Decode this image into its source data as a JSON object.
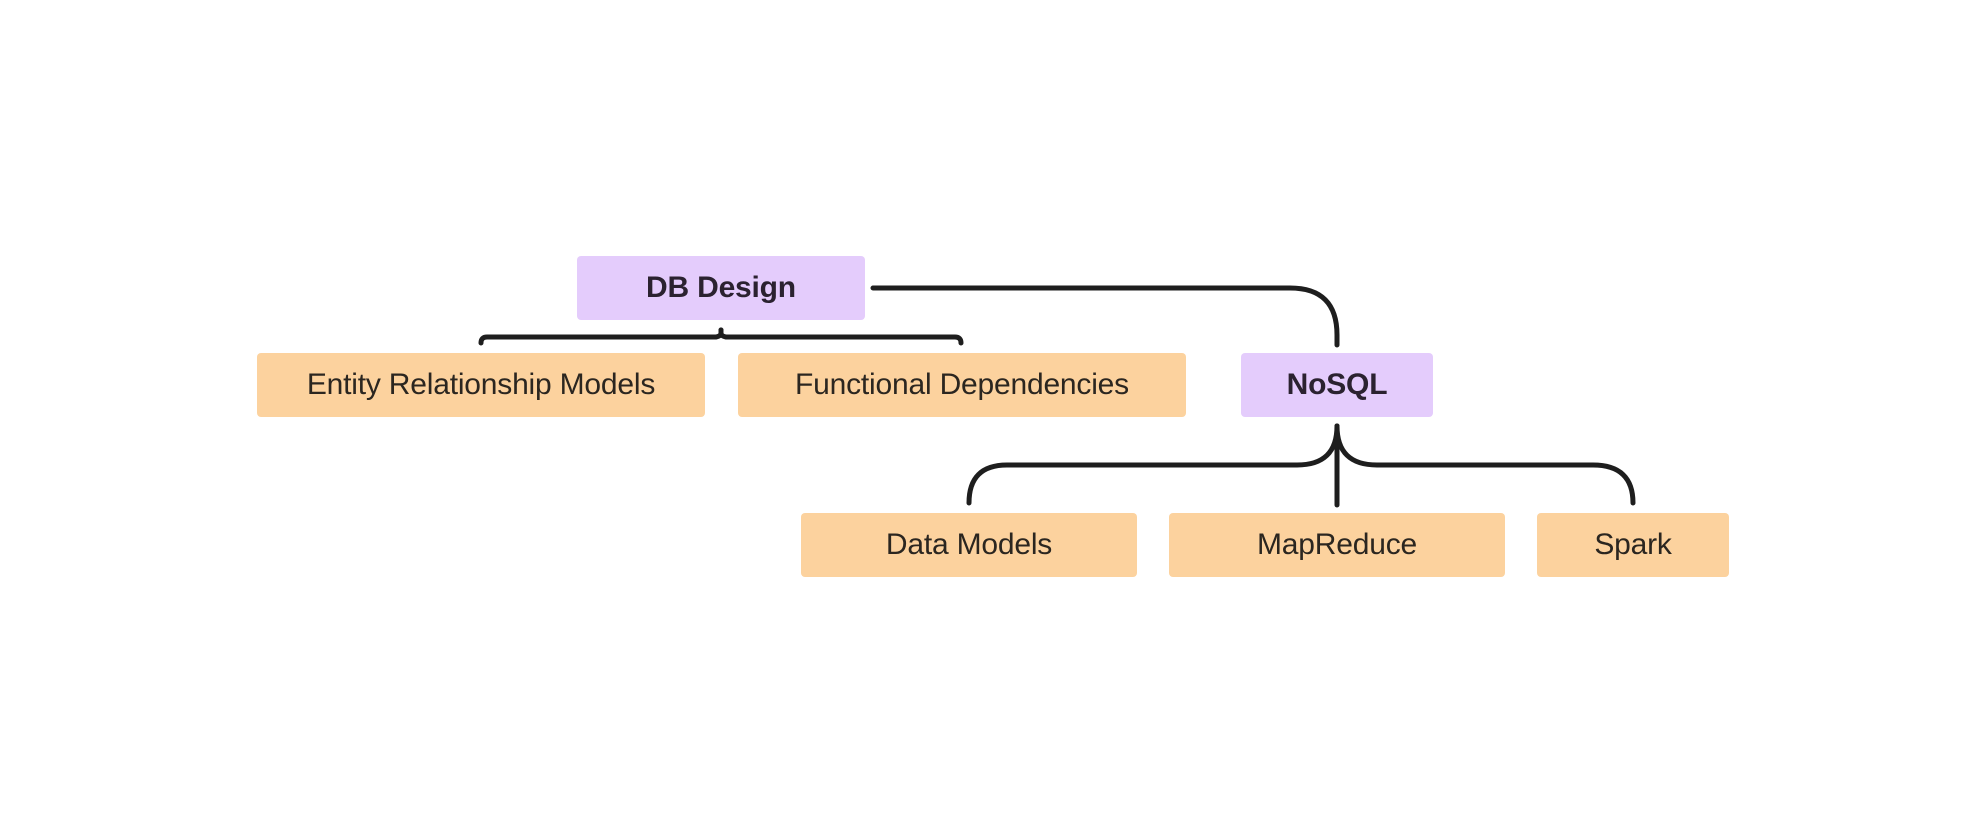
{
  "mindmap": {
    "root": {
      "label": "DB Design"
    },
    "root_children": [
      {
        "label": "Entity Relationship Models"
      },
      {
        "label": "Functional Dependencies"
      }
    ],
    "branch": {
      "label": "NoSQL"
    },
    "branch_children": [
      {
        "label": "Data Models"
      },
      {
        "label": "MapReduce"
      },
      {
        "label": "Spark"
      }
    ]
  },
  "colors": {
    "topic_fill": "#e4ccfc",
    "leaf_fill": "#fcd29e",
    "connector": "#1e1e1e",
    "text": "#2b2230"
  }
}
